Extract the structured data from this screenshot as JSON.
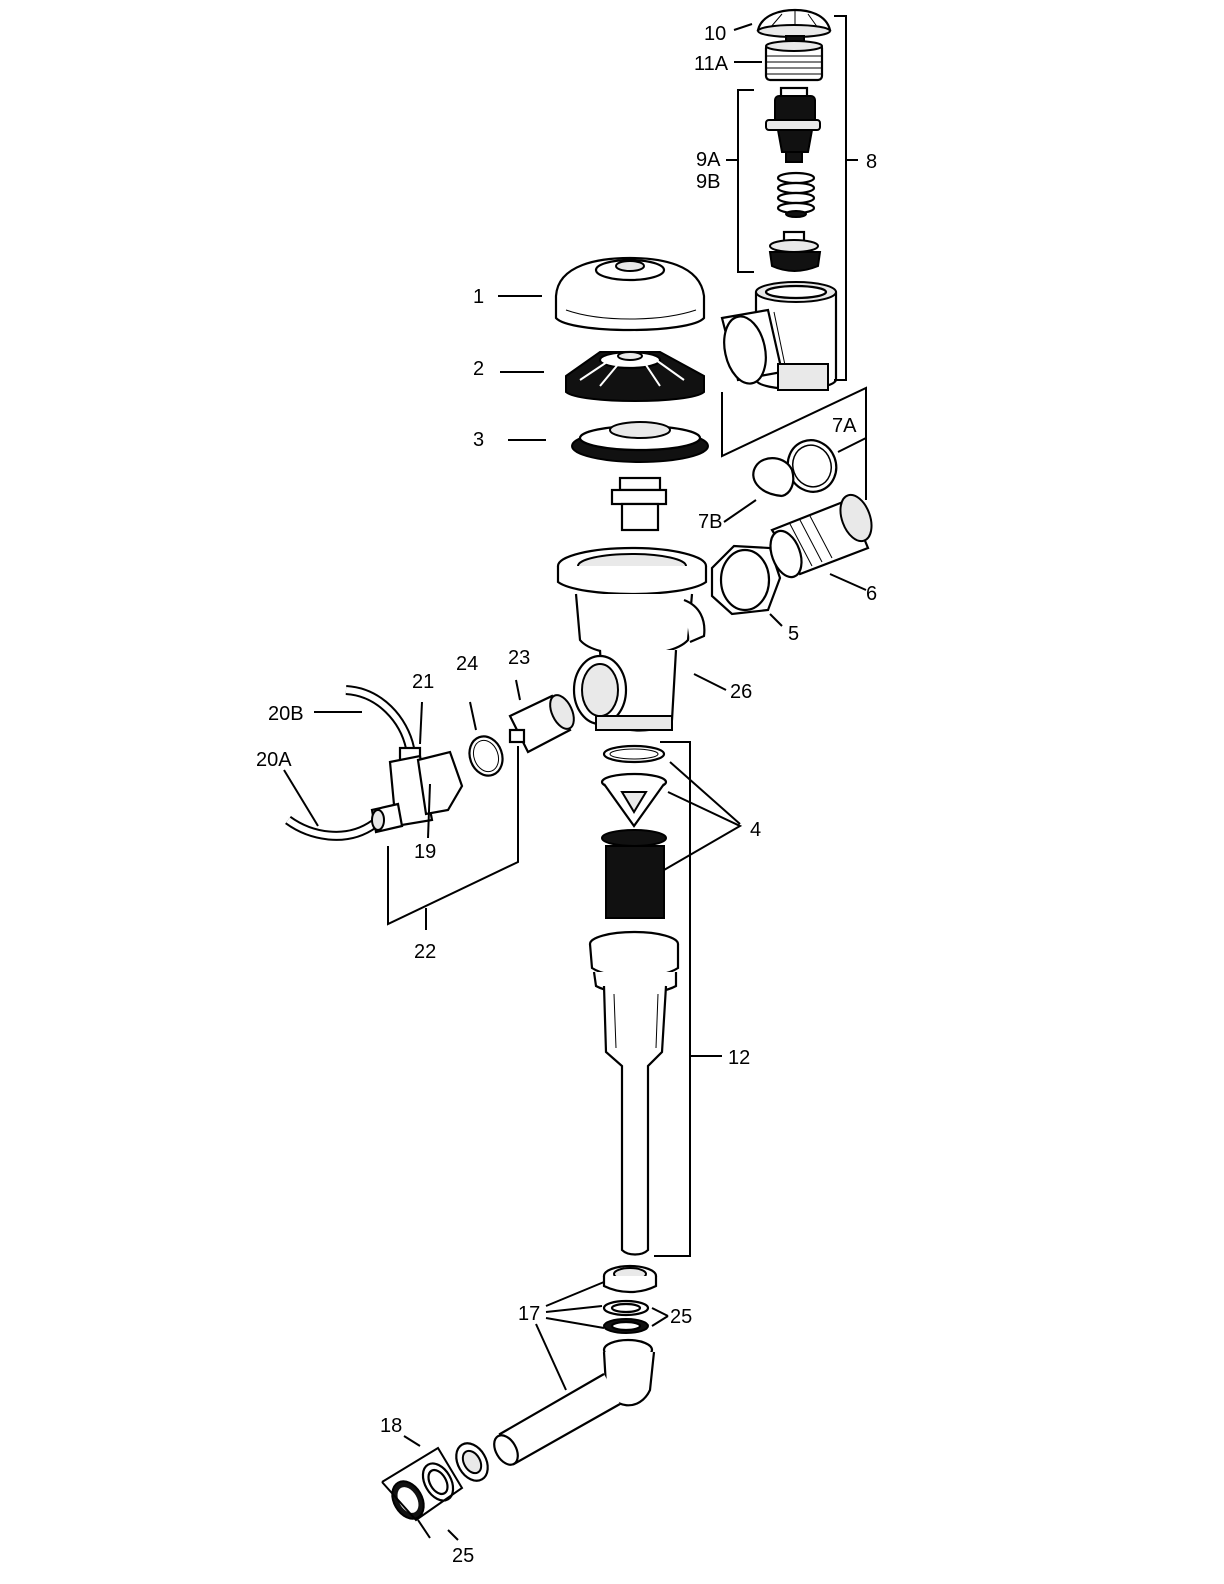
{
  "labels": {
    "l1": "1",
    "l2": "2",
    "l3": "3",
    "l4": "4",
    "l5": "5",
    "l6": "6",
    "l7A": "7A",
    "l7B": "7B",
    "l8": "8",
    "l9A": "9A",
    "l9B": "9B",
    "l10": "10",
    "l11A": "11A",
    "l12": "12",
    "l17": "17",
    "l18": "18",
    "l19": "19",
    "l20A": "20A",
    "l20B": "20B",
    "l21": "21",
    "l22": "22",
    "l23": "23",
    "l24": "24",
    "l25a": "25",
    "l25b": "25",
    "l26": "26"
  }
}
